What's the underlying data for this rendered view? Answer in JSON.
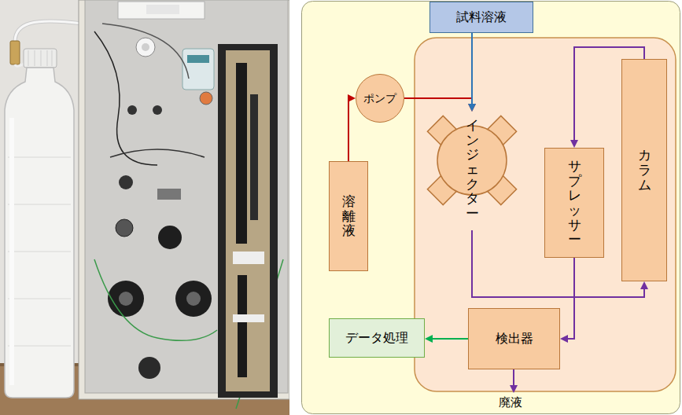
{
  "diagram": {
    "nodes": [
      {
        "text": [
          "試料溶液"
        ]
      },
      {
        "text": [
          "ポンプ"
        ]
      },
      {
        "text": [
          "インジェクター"
        ]
      },
      {
        "text": [
          "サプレッサー"
        ]
      },
      {
        "text": [
          "カラム"
        ]
      },
      {
        "text": [
          "溶離液"
        ]
      },
      {
        "text": [
          "データ処理"
        ]
      },
      {
        "text": [
          "検出器"
        ]
      }
    ],
    "edges": [
      {
        "from": 5,
        "to": 1,
        "arrow": "to"
      },
      {
        "from": 1,
        "to": 2,
        "arrow": "to"
      },
      {
        "from": 0,
        "to": 2,
        "arrow": "to"
      },
      {
        "from": 2,
        "to": 4,
        "arrow": "to"
      },
      {
        "from": 4,
        "to": 3,
        "arrow": "to"
      },
      {
        "from": 3,
        "to": 7,
        "arrow": "to"
      },
      {
        "from": 7,
        "to": 6,
        "arrow": "to"
      }
    ],
    "labels": [
      "廃液"
    ]
  }
}
